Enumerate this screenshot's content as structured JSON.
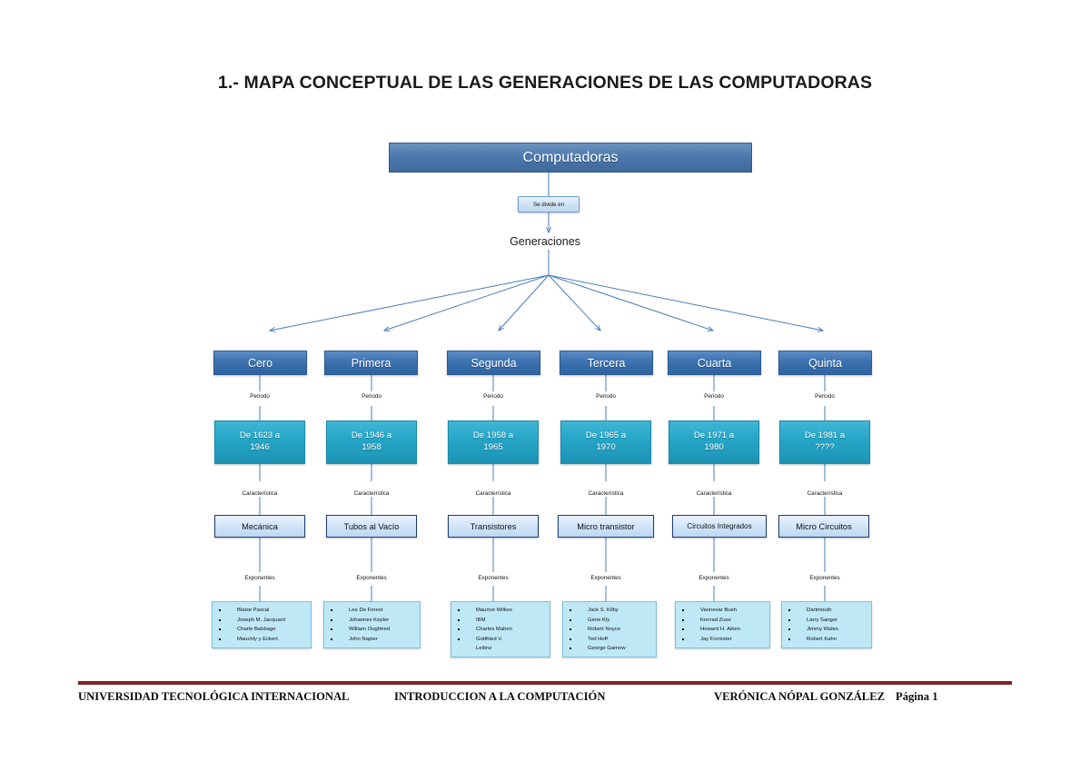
{
  "document": {
    "title": "1.- MAPA CONCEPTUAL DE LAS GENERACIONES DE LAS COMPUTADORAS"
  },
  "diagram": {
    "root": {
      "label": "Computadoras"
    },
    "divide_label": {
      "label": "Se divide en"
    },
    "branch_label": {
      "label": "Generaciones"
    },
    "edge_labels": {
      "periodo": "Periodo",
      "caracteristica": "Característica",
      "exponentes": "Exponentes"
    },
    "generations": [
      {
        "name": "Cero",
        "period": "De 1623 a 1946",
        "period_line1": "De 1623 a",
        "period_line2": "1946",
        "characteristic": "Mecánica",
        "exponents": [
          "Blaise Pascal",
          "Joseph M. Jacquard",
          "Charle Babbage",
          "Mauchly y Eckert"
        ]
      },
      {
        "name": "Primera",
        "period": "De 1946 a 1958",
        "period_line1": "De 1946 a",
        "period_line2": "1958",
        "characteristic": "Tubos al Vacío",
        "exponents": [
          "Lee De Forest",
          "Johannes Kepler",
          "William Oughtred",
          "John Napier"
        ]
      },
      {
        "name": "Segunda",
        "period": "De 1958 a 1965",
        "period_line1": "De 1958 a",
        "period_line2": "1965",
        "characteristic": "Transistores",
        "exponents": [
          "Maurice Wilkes",
          "IBM",
          "Charles Mahon",
          "Gottfried V.",
          "Leibnz"
        ]
      },
      {
        "name": "Tercera",
        "period": "De 1965 a 1970",
        "period_line1": "De 1965 a",
        "period_line2": "1970",
        "characteristic": "Micro transistor",
        "exponents": [
          "Jack S. Kilby",
          "Gene Kly",
          "Robert Noyce",
          "Ted Hoff",
          "George Gamow"
        ]
      },
      {
        "name": "Cuarta",
        "period": "De 1971 a 1980",
        "period_line1": "De 1971 a",
        "period_line2": "1980",
        "characteristic": "Circuitos Integrados",
        "exponents": [
          "Vannevar Bush",
          "Konrad Zuse",
          "Howard H. Aiken",
          "Jay Forrester"
        ]
      },
      {
        "name": "Quinta",
        "period": "De 1981 a ????",
        "period_line1": "De 1981 a",
        "period_line2": "????",
        "characteristic": "Micro Circuitos",
        "exponents": [
          "Dartmouth",
          "Larry Sanger",
          "Jimmy Wales",
          "Robert Kahn"
        ]
      }
    ]
  },
  "footer": {
    "university": "UNIVERSIDAD TECNOLÓGICA INTERNACIONAL",
    "course": "INTRODUCCION A LA COMPUTACIÓN",
    "author": "VERÓNICA NÓPAL GONZÁLEZ",
    "page": "Página 1"
  },
  "colors": {
    "root_box": "#4a77ab",
    "gen_header": "#3d72b0",
    "period_box": "#25a5c6",
    "characteristic_box": "#cfe3f8",
    "exponents_box": "#bfe8f7",
    "connector": "#4a7ebb",
    "footer_rule": "#7b2222"
  }
}
